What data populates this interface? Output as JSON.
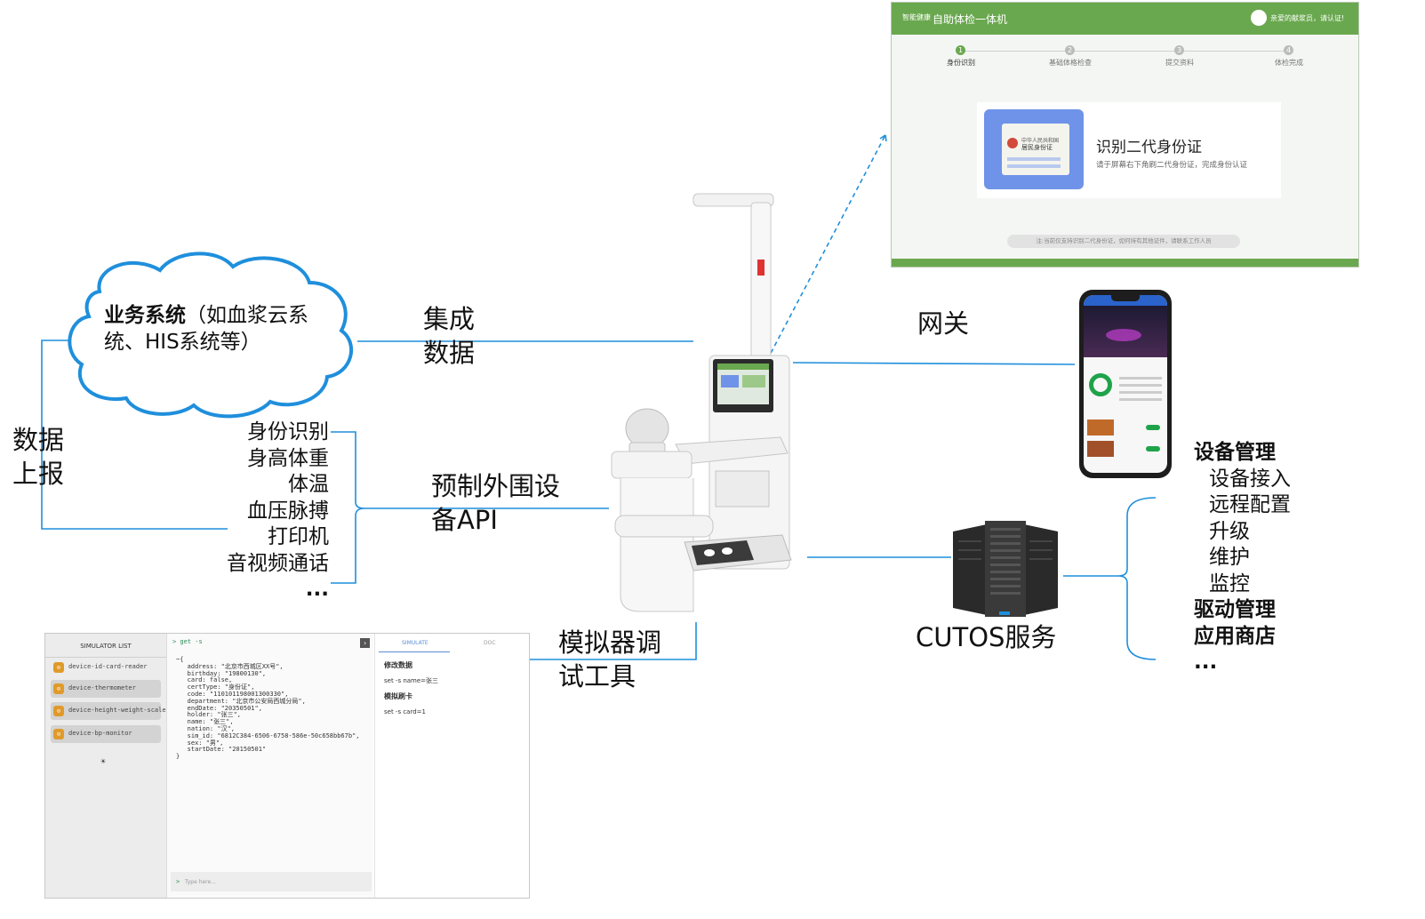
{
  "diagram": {
    "cloud_label_bold": "业务系统",
    "cloud_label_rest_1": "（如血浆云系",
    "cloud_label_rest_2": "统、HIS系统等）",
    "integrate_data": [
      "集成",
      "数据"
    ],
    "data_report": [
      "数据",
      "上报"
    ],
    "peripheral_api": [
      "预制外围设",
      "备API"
    ],
    "peripheral_list": [
      "身份识别",
      "身高体重",
      "体温",
      "血压脉搏",
      "打印机",
      "音视频通话",
      "..."
    ],
    "simulator_label": [
      "模拟器调",
      "试工具"
    ],
    "gateway": "网关",
    "cutos": "CUTOS服务",
    "cutos_list": [
      {
        "text": "设备管理",
        "bold": true,
        "indent": false
      },
      {
        "text": "设备接入",
        "bold": false,
        "indent": true
      },
      {
        "text": "远程配置",
        "bold": false,
        "indent": true
      },
      {
        "text": "升级",
        "bold": false,
        "indent": true
      },
      {
        "text": "维护",
        "bold": false,
        "indent": true
      },
      {
        "text": "监控",
        "bold": false,
        "indent": true
      },
      {
        "text": "驱动管理",
        "bold": true,
        "indent": false
      },
      {
        "text": "应用商店",
        "bold": true,
        "indent": false
      },
      {
        "text": "...",
        "bold": true,
        "indent": false
      }
    ],
    "colors": {
      "line": "#1f8fdc",
      "cloud": "#1f8fdc",
      "kiosk_green": "#6aa84f"
    }
  },
  "kiosk_screen": {
    "logo": "智能健康",
    "title": "自助体检一体机",
    "greeting": "亲爱的献浆员，请认证!",
    "steps": [
      {
        "n": "1",
        "label": "身份识别",
        "active": true
      },
      {
        "n": "2",
        "label": "基础体格检查",
        "active": false
      },
      {
        "n": "3",
        "label": "提交资料",
        "active": false
      },
      {
        "n": "4",
        "label": "体检完成",
        "active": false
      }
    ],
    "card_title": "识别二代身份证",
    "card_hint": "请于屏幕右下角刷二代身份证，完成身份认证",
    "id_card_text_1": "中华人民共和国",
    "id_card_text_2": "居民身份证",
    "notice": "注:当前仅支持识别二代身份证，如何持有其他证件，请联系工作人员"
  },
  "simulator": {
    "sidebar_title": "SIMULATOR LIST",
    "devices": [
      "device-id-card-reader",
      "device-thermometer",
      "device-height-weight-scale",
      "device-bp-monitor"
    ],
    "add_icon": "☀",
    "command": "> get -s",
    "code_lines": [
      "~{",
      "   address: \"北京市西城区XX号\",",
      "   birthday: \"19800130\",",
      "   card: false,",
      "   certType: \"身份证\",",
      "   code: \"110101198001300330\",",
      "   department: \"北京市公安局西城分局\",",
      "   endDate: \"20350501\",",
      "   holder: \"张三\",",
      "   name: \"张三\",",
      "   nation: \"汉\",",
      "   sim_id: \"6812C384-6506-6758-586e-50c658bb67b\",",
      "   sex: \"男\",",
      "   startDate: \"20150501\"",
      "}"
    ],
    "input_placeholder": "Type here...",
    "tabs": [
      "SIMULATE",
      "DOC"
    ],
    "right_heading_1": "修改数据",
    "right_cmd_1": "set -s name=张三",
    "right_heading_2": "模拟刷卡",
    "right_cmd_2": "set -s card=1"
  }
}
